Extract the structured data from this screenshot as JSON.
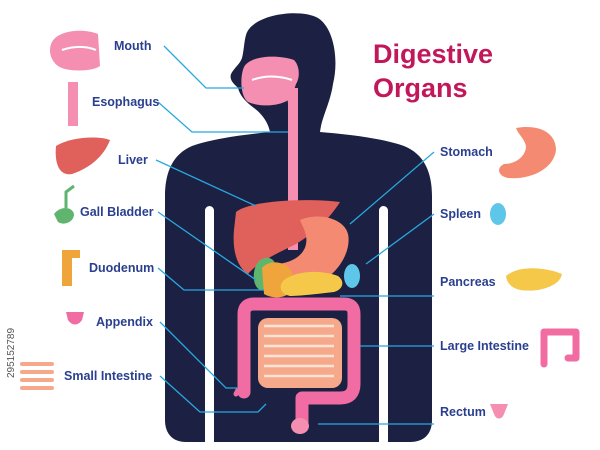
{
  "title": {
    "line1": "Digestive",
    "line2": "Organs"
  },
  "labels": {
    "mouth": "Mouth",
    "esophagus": "Esophagus",
    "liver": "Liver",
    "gall_bladder": "Gall Bladder",
    "duodenum": "Duodenum",
    "appendix": "Appendix",
    "small_intestine": "Small Intestine",
    "stomach": "Stomach",
    "spleen": "Spleen",
    "pancreas": "Pancreas",
    "large_intestine": "Large Intestine",
    "rectum": "Rectum"
  },
  "watermark_id": "295152789",
  "colors": {
    "title": "#c2185b",
    "label": "#2a3f8f",
    "leader": "#29a8e0",
    "body": "#1c2143",
    "organ_pink": "#f48fb1",
    "liver": "#e0605b",
    "stomach": "#f58a72",
    "gall_bladder": "#5fb56e",
    "duodenum": "#f0a43c",
    "pancreas": "#f5c84a",
    "spleen": "#5ec6e8",
    "small_intestine": "#f6a98a",
    "large_intestine": "#f06ca2"
  }
}
